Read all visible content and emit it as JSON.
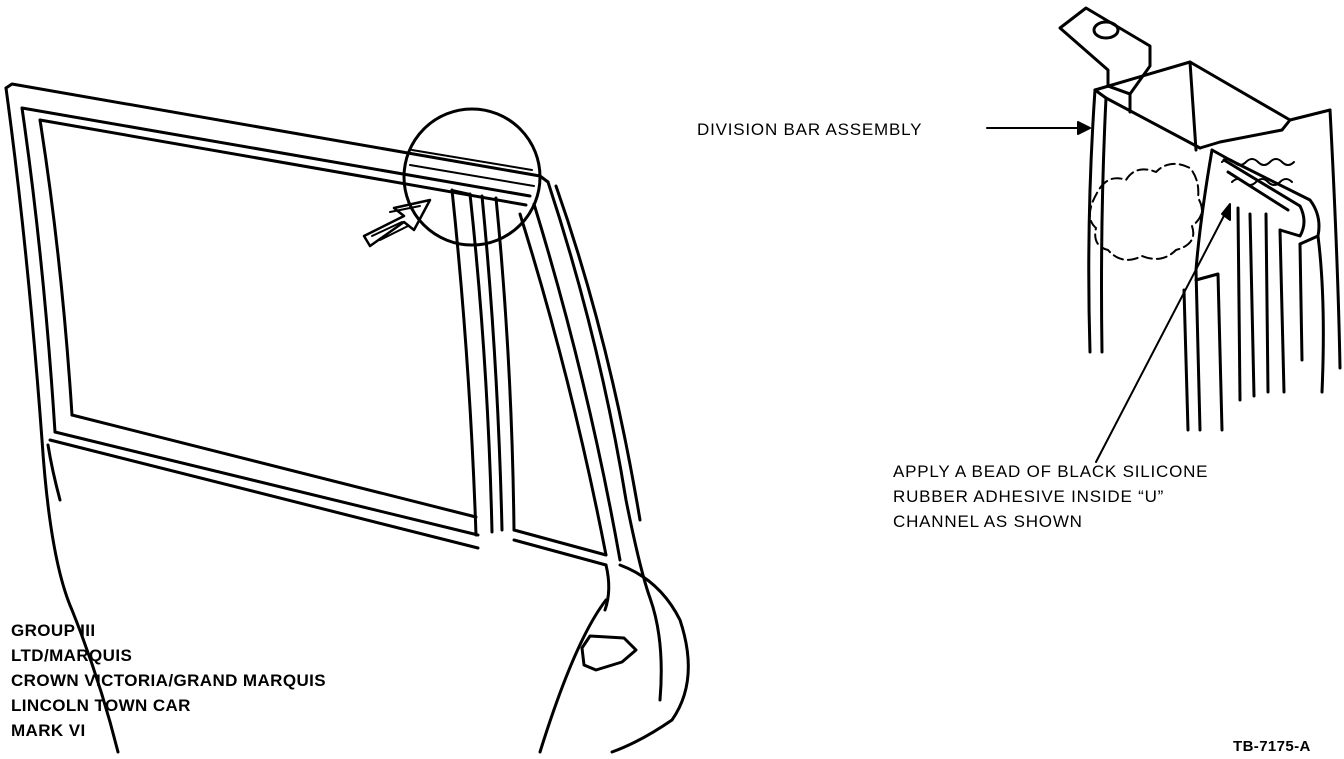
{
  "callouts": {
    "division_bar": "DIVISION BAR ASSEMBLY",
    "apply_adhesive": [
      "APPLY A BEAD OF BLACK SILICONE",
      "RUBBER ADHESIVE INSIDE “U”",
      "CHANNEL AS SHOWN"
    ]
  },
  "vehicle_groups": [
    "GROUP III",
    "LTD/MARQUIS",
    "CROWN VICTORIA/GRAND MARQUIS",
    "LINCOLN TOWN CAR",
    "MARK VI"
  ],
  "figure_number": "TB-7175-A"
}
